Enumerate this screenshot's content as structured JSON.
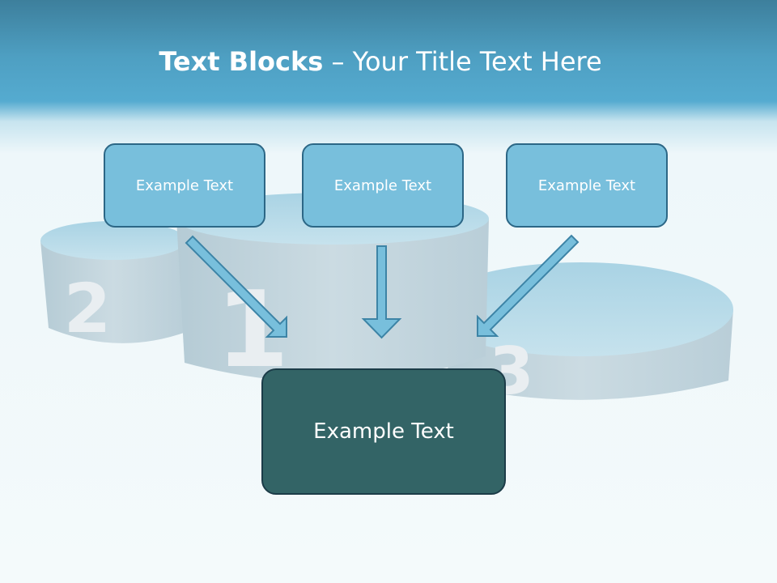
{
  "title": {
    "bold": "Text Blocks",
    "dash": " – ",
    "rest": "Your Title Text Here"
  },
  "podium": {
    "second": "2",
    "first": "1",
    "third": "3"
  },
  "blocks": [
    {
      "label": "Example Text"
    },
    {
      "label": "Example Text"
    },
    {
      "label": "Example Text"
    }
  ],
  "main_block": {
    "label": "Example Text"
  },
  "colors": {
    "header": "#4e9fc2",
    "small_box": "#78bfdc",
    "big_box": "#336466",
    "arrow": "#78bfdc"
  }
}
